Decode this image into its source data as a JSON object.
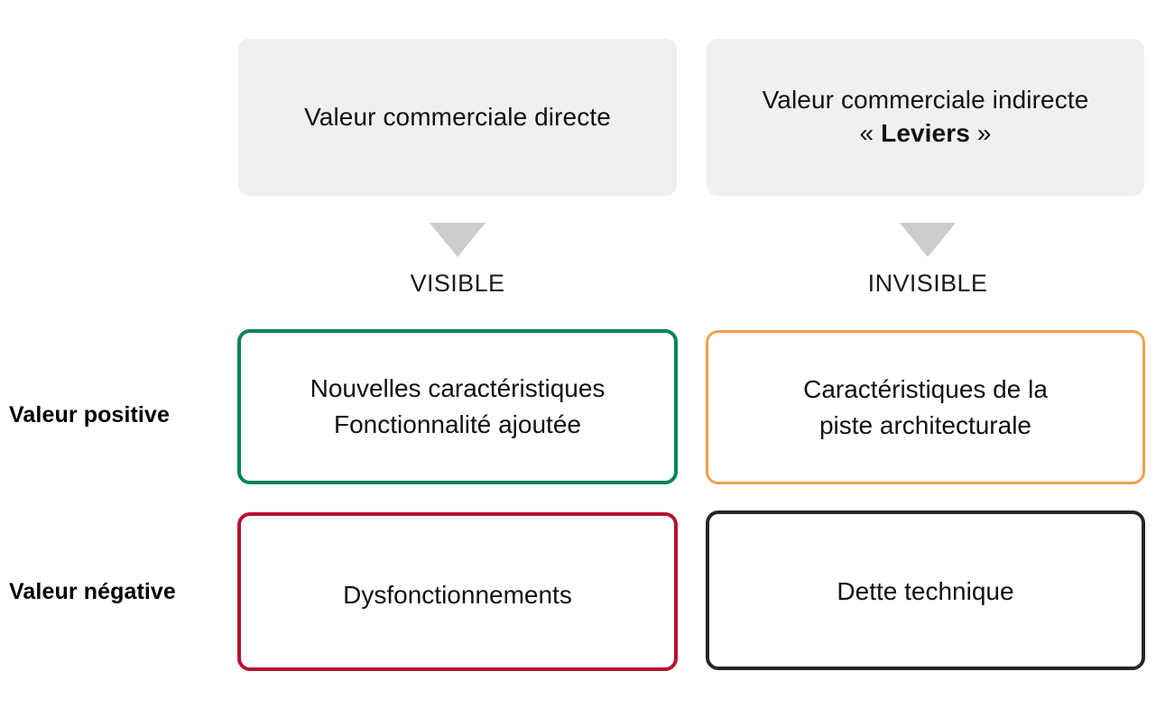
{
  "diagram": {
    "title_columns": [
      {
        "id": "direct",
        "label": "Valeur commerciale directe",
        "visibility": "VISIBLE",
        "arrow_icon": "triangle-down-icon"
      },
      {
        "id": "indirect",
        "label_line1": "Valeur commerciale indirecte",
        "label_quote_open": "«",
        "label_emphasis": "Leviers",
        "label_quote_close": "»",
        "visibility": "INVISIBLE",
        "arrow_icon": "triangle-down-icon"
      }
    ],
    "row_labels": [
      {
        "id": "positive",
        "label": "Valeur positive"
      },
      {
        "id": "negative",
        "label": "Valeur négative"
      }
    ],
    "cells": [
      {
        "id": "positive-visible",
        "row": "Valeur positive",
        "column": "Valeur commerciale directe",
        "line1": "Nouvelles caractéristiques",
        "line2": "Fonctionnalité ajoutée",
        "border_color": "#00835B"
      },
      {
        "id": "positive-invisible",
        "row": "Valeur positive",
        "column": "Valeur commerciale indirecte",
        "line1": "Caractéristiques de la",
        "line2": "piste architecturale",
        "border_color": "#F4A04B"
      },
      {
        "id": "negative-visible",
        "row": "Valeur négative",
        "column": "Valeur commerciale directe",
        "line1": "Dysfonctionnements",
        "line2": "",
        "border_color": "#B5112E"
      },
      {
        "id": "negative-invisible",
        "row": "Valeur négative",
        "column": "Valeur commerciale indirecte",
        "line1": "Dette technique",
        "line2": "",
        "border_color": "#262626"
      }
    ],
    "colors": {
      "header_fill": "#F0F0F0",
      "arrow_gray": "#CCCCCC",
      "green": "#00835B",
      "orange": "#F4A04B",
      "red": "#B5112E",
      "black": "#262626",
      "background": "#FFFFFF",
      "text": "#111111"
    }
  }
}
